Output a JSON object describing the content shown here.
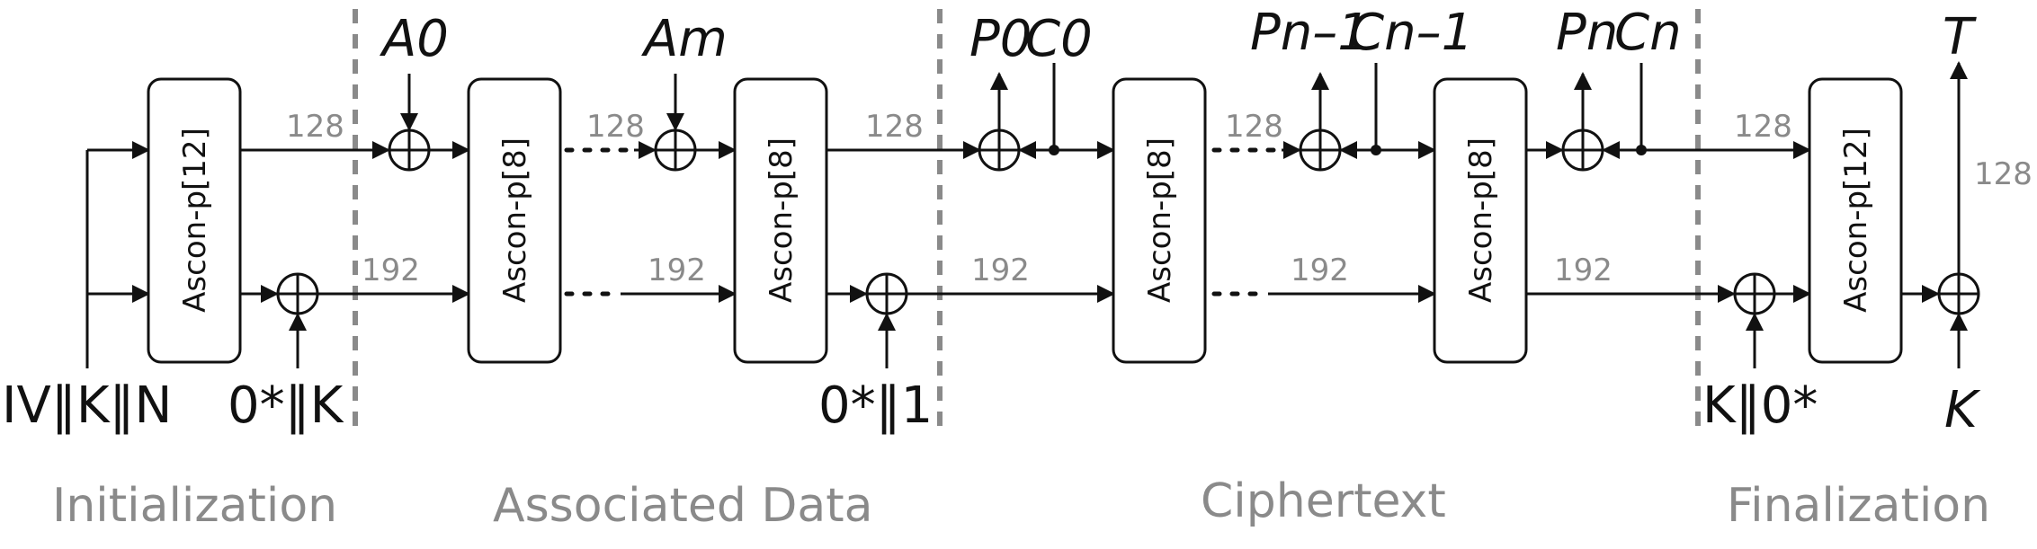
{
  "phases": {
    "initialization": "Initialization",
    "associated_data": "Associated Data",
    "ciphertext": "Ciphertext",
    "finalization": "Finalization"
  },
  "boxes": {
    "init_perm": "Ascon-p[12]",
    "ad_perm_1": "Ascon-p[8]",
    "ad_perm_2": "Ascon-p[8]",
    "ct_perm_1": "Ascon-p[8]",
    "ct_perm_2": "Ascon-p[8]",
    "final_perm": "Ascon-p[12]"
  },
  "inputs": {
    "iv_key_nonce": "IV‖K‖N",
    "zero_key": "0*‖K",
    "zero_one": "0*‖1",
    "key_zero": "K‖0*",
    "key": "K",
    "a0": "A0",
    "am": "Am",
    "p0": "P0",
    "c0": "C0",
    "pn1": "Pn–1",
    "cn1": "Cn–1",
    "pn": "Pn",
    "cn": "Cn",
    "tag": "T"
  },
  "bit_widths": {
    "rate": "128",
    "capacity": "192",
    "tag": "128"
  }
}
